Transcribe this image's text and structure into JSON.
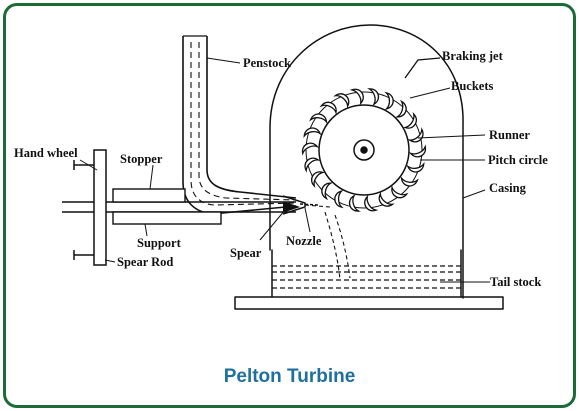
{
  "title": "Pelton Turbine",
  "labels": {
    "penstock": "Penstock",
    "braking_jet": "Braking jet",
    "buckets": "Buckets",
    "runner": "Runner",
    "pitch_circle": "Pitch circle",
    "casing": "Casing",
    "hand_wheel": "Hand wheel",
    "stopper": "Stopper",
    "support": "Support",
    "spear": "Spear",
    "nozzle": "Nozzle",
    "spear_rod": "Spear Rod",
    "tail_stock": "Tail stock"
  },
  "colors": {
    "border": "#1a6b35",
    "title": "#1f6fa0",
    "ink": "#111111"
  }
}
